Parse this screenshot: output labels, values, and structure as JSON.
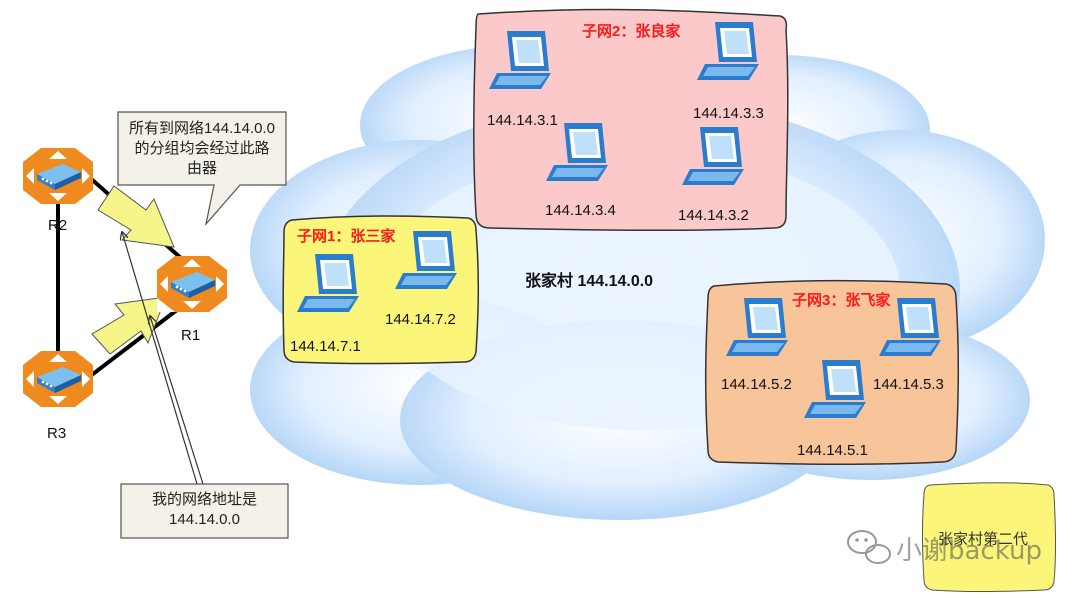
{
  "routers": [
    {
      "id": "R2",
      "label": "R2"
    },
    {
      "id": "R1",
      "label": "R1"
    },
    {
      "id": "R3",
      "label": "R3"
    }
  ],
  "callouts": {
    "top": "所有到网络144.14.0.0的分组均会经过此路由器",
    "top_lines": [
      "所有到网络144.14.0.0",
      "的分组均会经过此路",
      "由器"
    ],
    "bottom_lines": [
      "我的网络地址是",
      "144.14.0.0"
    ]
  },
  "village": {
    "label": "张家村 144.14.0.0"
  },
  "subnets": [
    {
      "title": "子网1：张三家",
      "hosts": [
        "144.14.7.1",
        "144.14.7.2"
      ]
    },
    {
      "title": "子网2：张良家",
      "hosts": [
        "144.14.3.1",
        "144.14.3.3",
        "144.14.3.4",
        "144.14.3.2"
      ]
    },
    {
      "title": "子网3：张飞家",
      "hosts": [
        "144.14.5.2",
        "144.14.5.3",
        "144.14.5.1"
      ]
    }
  ],
  "note": {
    "text": "张家村第二代"
  },
  "watermark": {
    "text": "小谢backup"
  },
  "colors": {
    "router_orange": "#ee8a1e",
    "router_blue": "#2e7fd0",
    "subnet1_fill": "#fbf57a",
    "subnet2_fill": "#fbc9c9",
    "subnet3_fill": "#f8c49a",
    "cloud": "#aed3f6",
    "arrow_fill": "#f5f58a",
    "title_red": "#ff1a1a",
    "note_fill": "#fbf57a",
    "laptop_blue": "#2a7ccf"
  },
  "icons": [
    "router-icon",
    "laptop-icon",
    "wechat-icon",
    "arrow-icon"
  ]
}
